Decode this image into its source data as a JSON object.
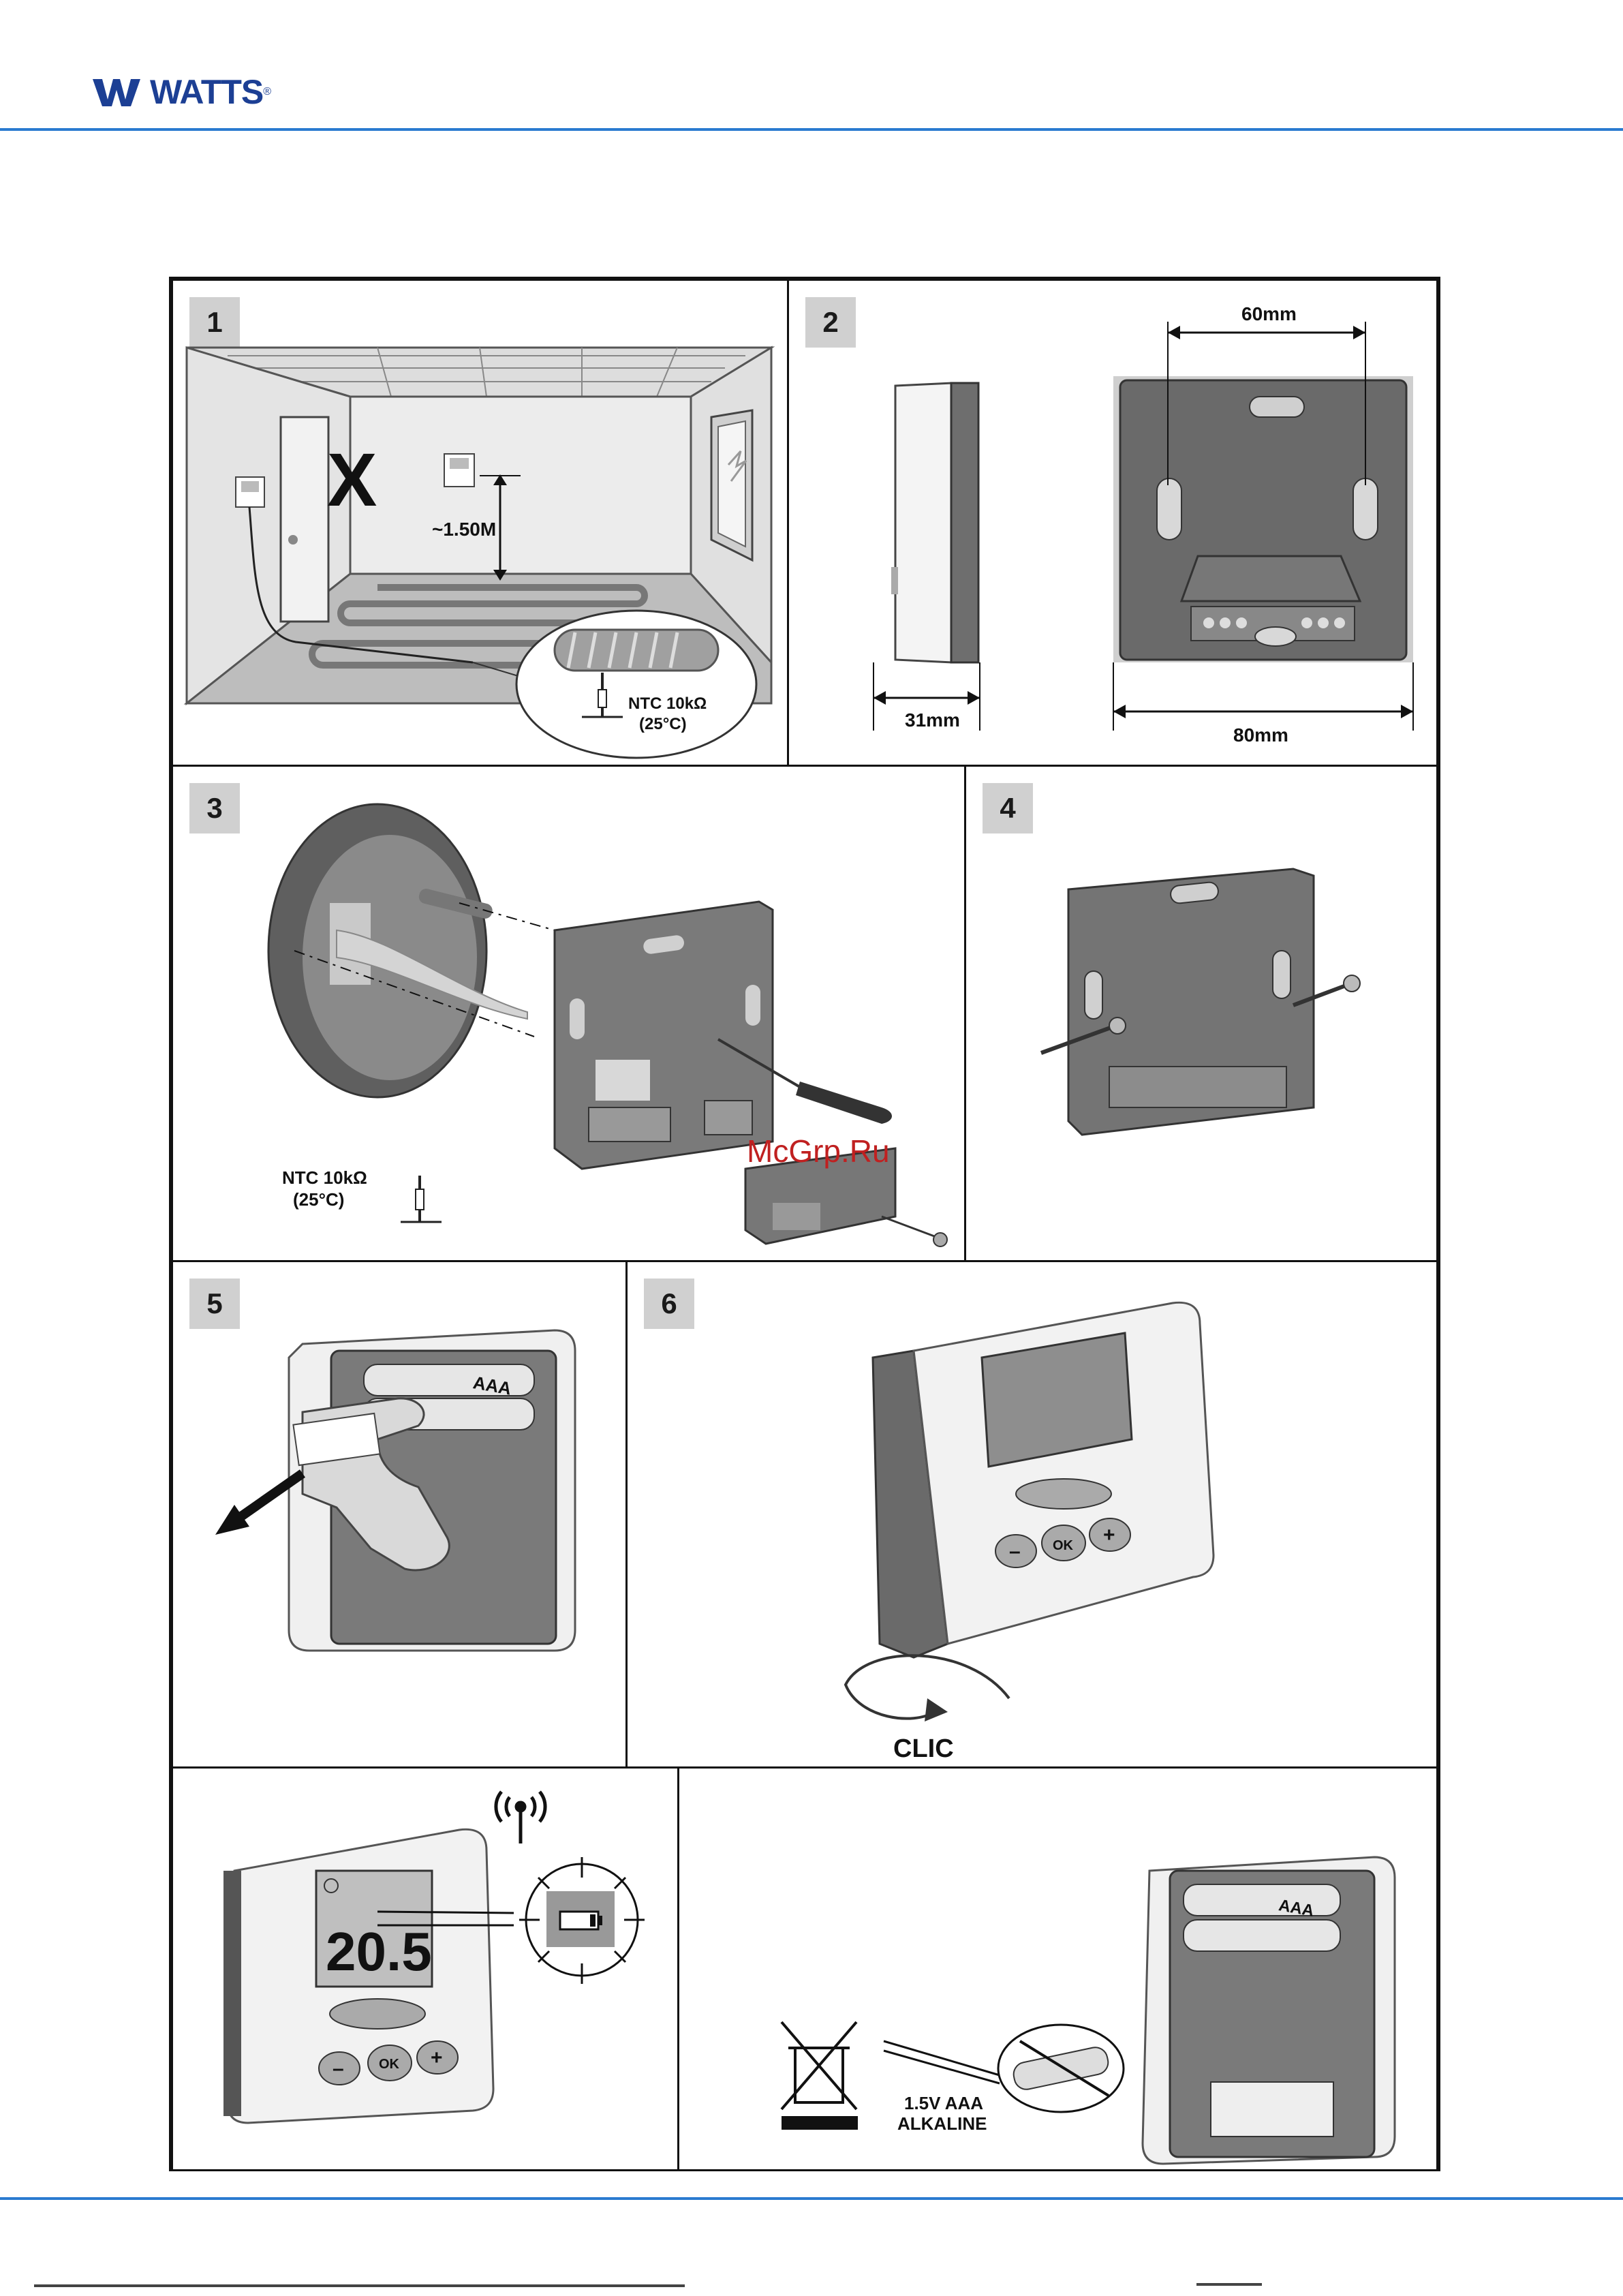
{
  "header": {
    "brand": "WATTS",
    "reg_mark": "®"
  },
  "colors": {
    "brand_blue": "#1c3f94",
    "rule_blue": "#2a7bd0",
    "step_badge": "#d0d0d0",
    "watermark_red": "#c02020"
  },
  "steps": [
    {
      "number": "1",
      "labels": {
        "height": "~1.50M",
        "sensor": "NTC 10kΩ",
        "sensor_temp": "(25°C)",
        "forbidden": "X"
      }
    },
    {
      "number": "2",
      "labels": {
        "depth": "31mm",
        "hole_spacing": "60mm",
        "width": "80mm"
      }
    },
    {
      "number": "3",
      "labels": {
        "sensor": "NTC 10kΩ",
        "sensor_temp": "(25°C)"
      }
    },
    {
      "number": "4",
      "labels": {}
    },
    {
      "number": "5",
      "labels": {}
    },
    {
      "number": "6",
      "labels": {
        "action": "CLIC"
      }
    }
  ],
  "display_panel": {
    "temperature": "20.5",
    "radio_icon": "radio-signal-icon",
    "battery_icon": "battery-low-icon",
    "buttons": {
      "minus": "–",
      "ok": "OK",
      "plus": "+"
    }
  },
  "battery_panel": {
    "battery_spec_line1": "1.5V AAA",
    "battery_spec_line2": "ALKALINE",
    "battery_label": "AAA",
    "disposal_icon": "crossed-bin-icon"
  },
  "watermark": "McGrp.Ru"
}
